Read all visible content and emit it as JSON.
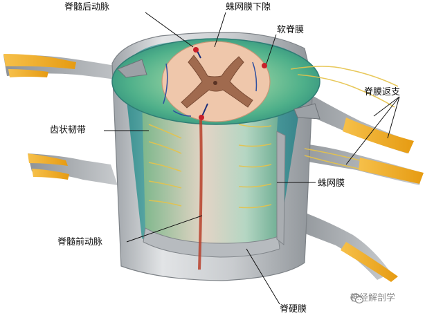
{
  "labels": {
    "posterior_spinal_artery": "脊髓后动脉",
    "subarachnoid_space": "蛛网膜下隙",
    "pia_mater": "软脊膜",
    "meningeal_branch": "脊膜返支",
    "denticulate_ligament": "齿状韧带",
    "arachnoid_mater": "蛛网膜",
    "anterior_spinal_artery": "脊髓前动脉",
    "dura_mater": "脊硬膜"
  },
  "watermark": {
    "text": "神经解剖学",
    "icon": "wechat-icon"
  },
  "colors": {
    "dura": "#c4c6c8",
    "arachnoid": "#3aa0a0",
    "pia_green": "#66b97a",
    "nerve": "#f2ae1e",
    "cord_section": "#efc7ab",
    "gray_matter": "#a06a4e",
    "artery": "#c8202a"
  }
}
